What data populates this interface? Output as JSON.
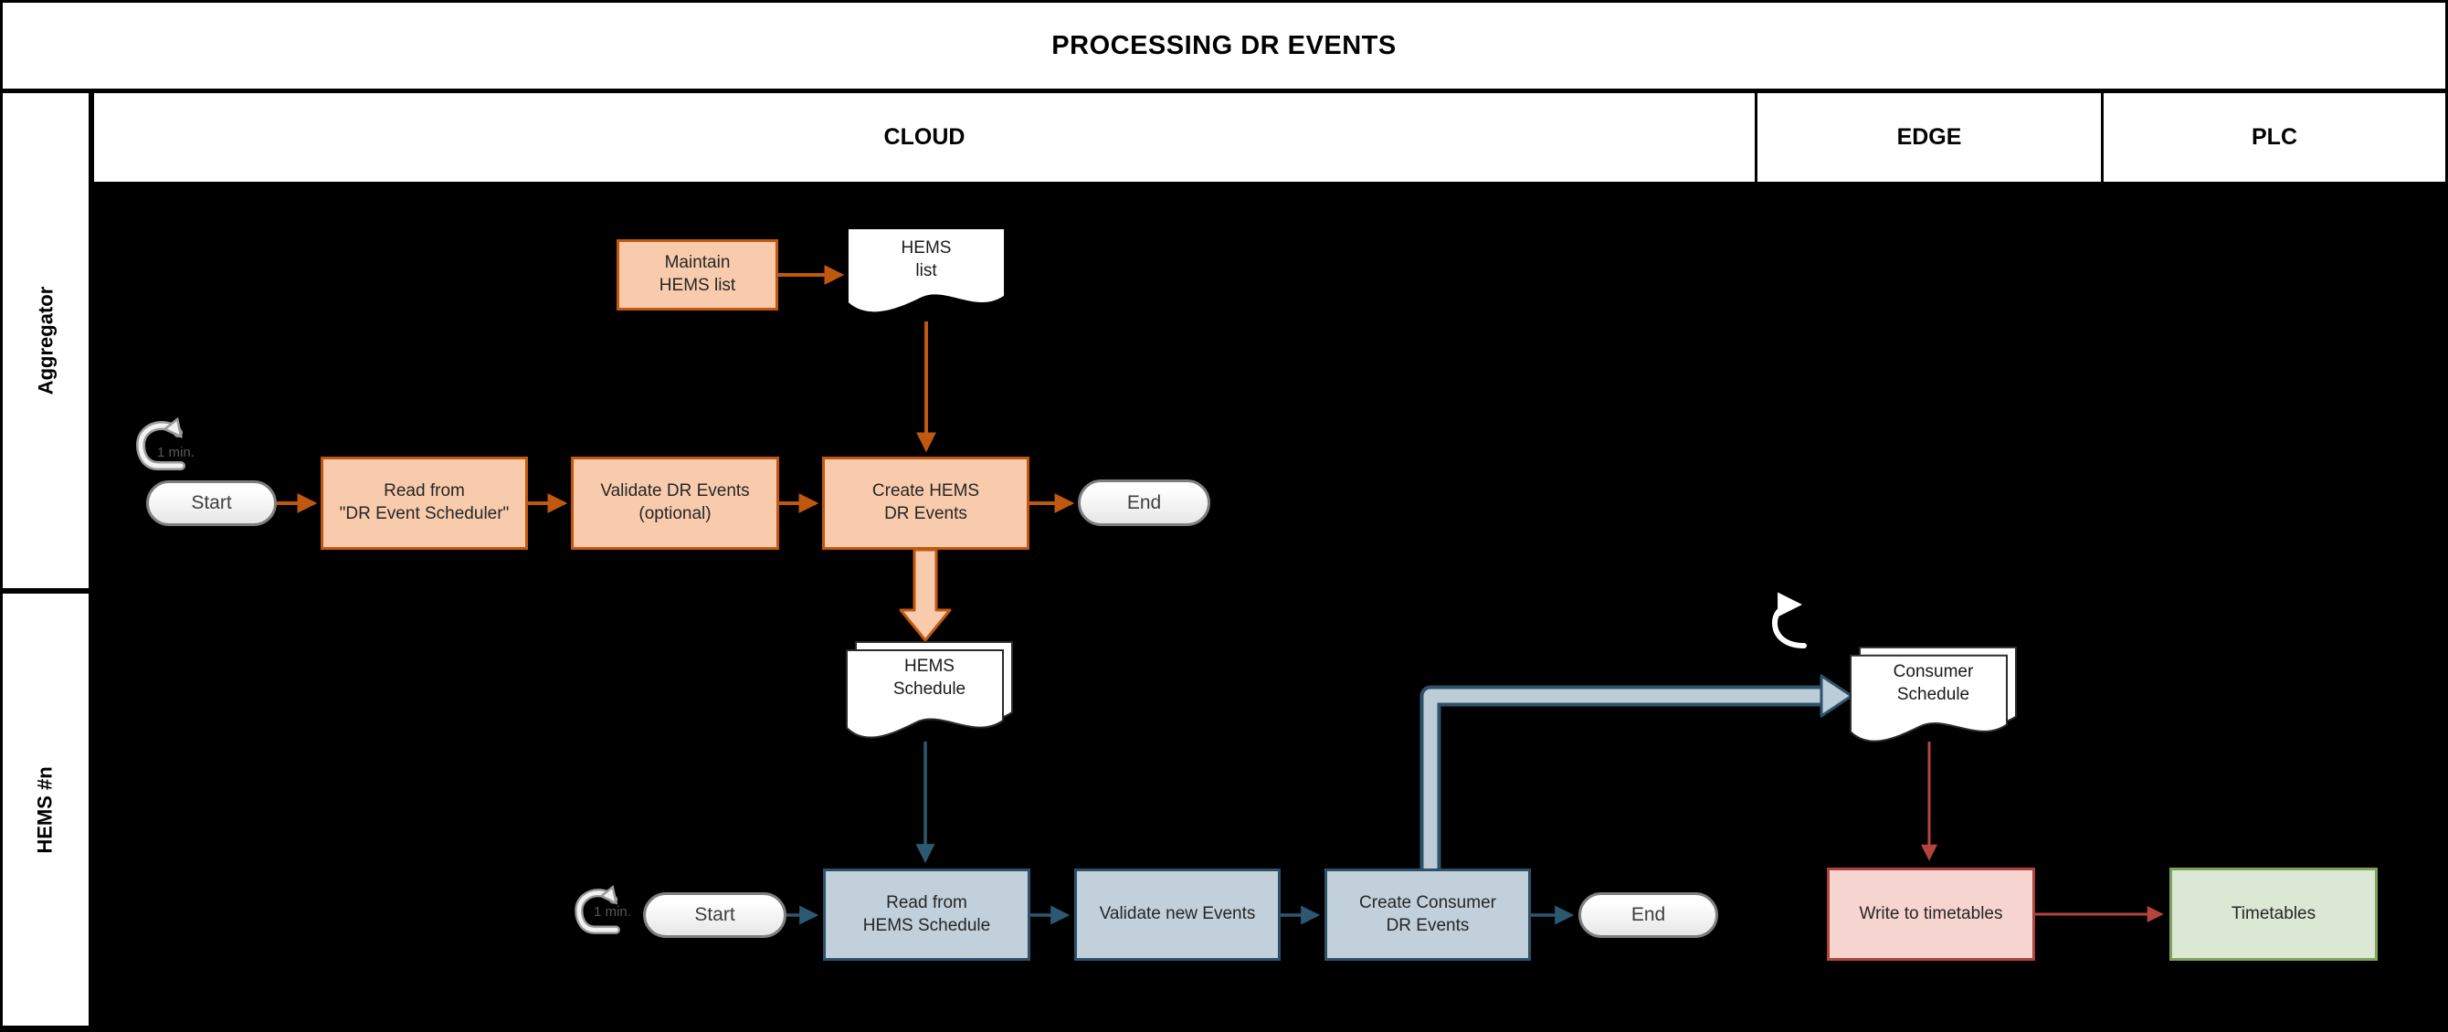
{
  "title": "PROCESSING DR EVENTS",
  "headers": {
    "cloud": "CLOUD",
    "edge": "EDGE",
    "plc": "PLC"
  },
  "lanes": {
    "aggregator": "Aggregator",
    "hems": "HEMS #n"
  },
  "aggregator_flow": {
    "timer": "1 min.",
    "start": "Start",
    "read": "Read from\n\"DR Event Scheduler\"",
    "validate": "Validate DR Events\n(optional)",
    "create": "Create HEMS\nDR Events",
    "end": "End",
    "maintain": "Maintain\nHEMS list",
    "hems_list_doc": "HEMS\nlist"
  },
  "hems_flow": {
    "timer": "1 min.",
    "start": "Start",
    "schedule_doc": "HEMS\nSchedule",
    "read": "Read from\nHEMS Schedule",
    "validate": "Validate new Events",
    "create": "Create Consumer\nDR Events",
    "end": "End",
    "consumer_doc": "Consumer\nSchedule",
    "write": "Write to timetables",
    "timetables": "Timetables"
  },
  "colors": {
    "orange_fill": "#F8CBAD",
    "orange_stroke": "#C0590F",
    "blue_fill": "#C1D0DB",
    "blue_stroke": "#2D5168",
    "pink_fill": "#F6D4D0",
    "red_stroke": "#B0433C",
    "green_fill": "#DAE8D4",
    "green_stroke": "#7FA35C",
    "canvas": "#000000"
  },
  "icons": {
    "loop_aggregator": "loop-arrow",
    "loop_hems": "loop-arrow",
    "loop_consumer": "loop-arrow"
  }
}
